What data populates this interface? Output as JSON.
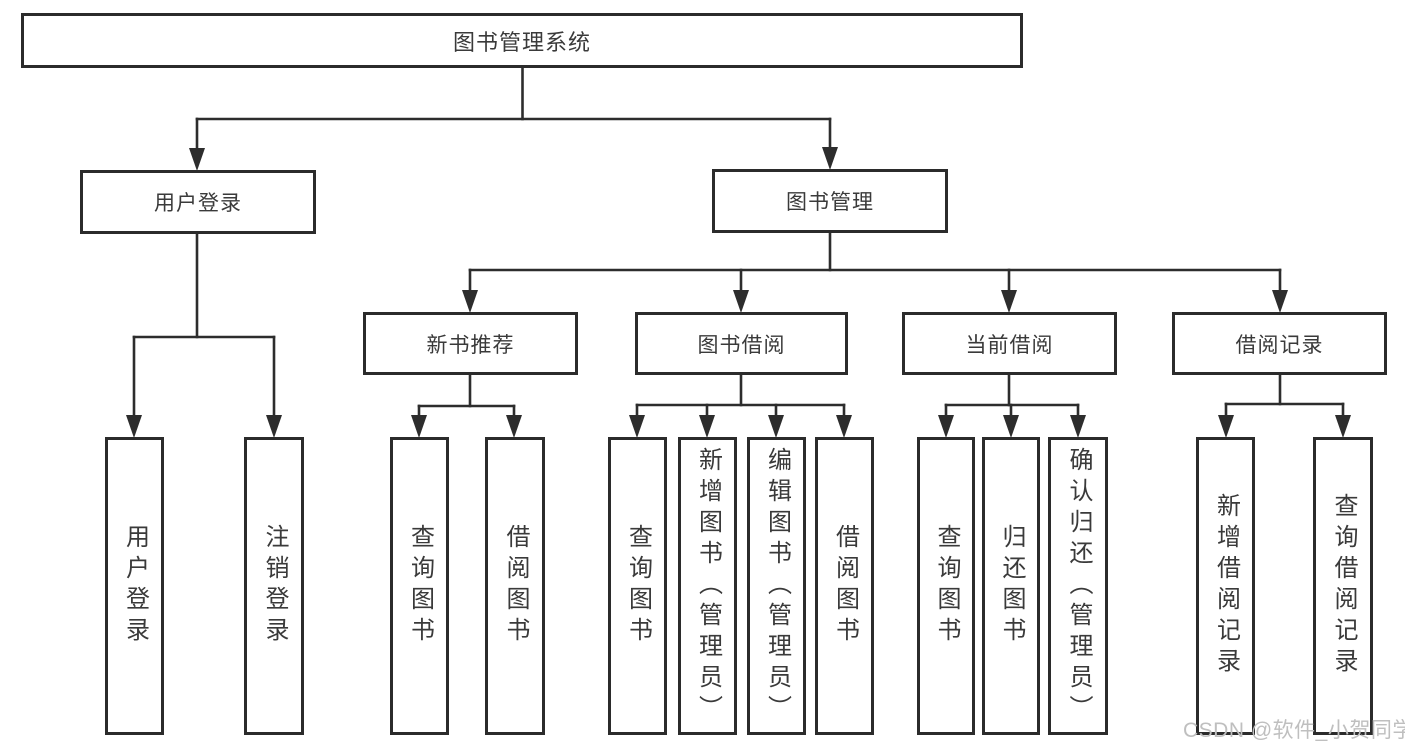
{
  "diagram": {
    "title": "图书管理系统",
    "level2": [
      {
        "label": "用户登录"
      },
      {
        "label": "图书管理"
      }
    ],
    "level3": [
      {
        "label": "新书推荐"
      },
      {
        "label": "图书借阅"
      },
      {
        "label": "当前借阅"
      },
      {
        "label": "借阅记录"
      }
    ],
    "leaves": [
      {
        "label": "用户登录"
      },
      {
        "label": "注销登录"
      },
      {
        "label": "查询图书"
      },
      {
        "label": "借阅图书"
      },
      {
        "label": "查询图书"
      },
      {
        "label": "新增图书（管理员）"
      },
      {
        "label": "编辑图书（管理员）"
      },
      {
        "label": "借阅图书"
      },
      {
        "label": "查询图书"
      },
      {
        "label": "归还图书"
      },
      {
        "label": "确认归还（管理员）"
      },
      {
        "label": "新增借阅记录"
      },
      {
        "label": "查询借阅记录"
      }
    ],
    "watermark": "CSDN @软件_小贺同学",
    "colors": {
      "line": "#2d2d2d",
      "box_border": "#2b2b2b",
      "text": "#3a3a3a",
      "background": "#ffffff",
      "watermark": "#bfbfbf"
    }
  }
}
